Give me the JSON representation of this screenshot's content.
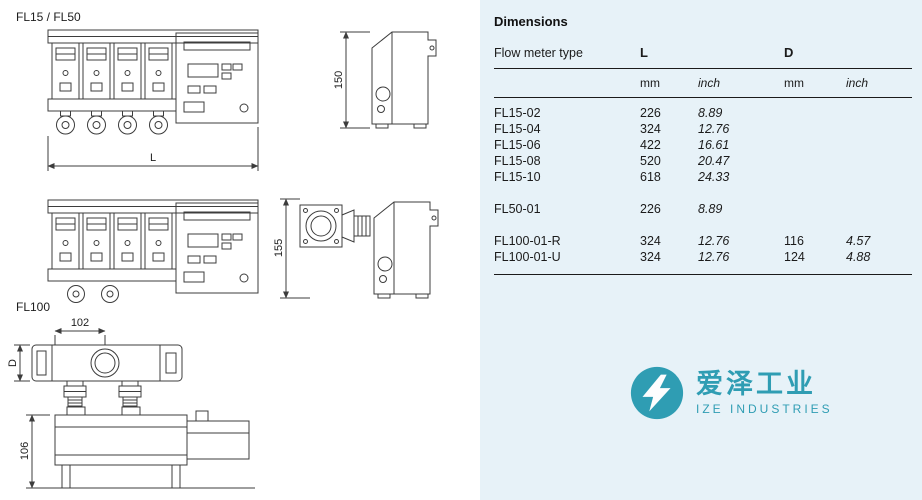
{
  "drawings": {
    "fl15_fl50_label": "FL15 / FL50",
    "fl100_label": "FL100",
    "dims": {
      "h150": "150",
      "h155": "155",
      "len_L": "L",
      "w102": "102",
      "depth_D": "D",
      "h106": "106"
    }
  },
  "table": {
    "title": "Dimensions",
    "headers": {
      "type": "Flow meter type",
      "L": "L",
      "D": "D"
    },
    "units": {
      "mm": "mm",
      "inch": "inch"
    },
    "rows": [
      {
        "type": "FL15-02",
        "l_mm": "226",
        "l_inch": "8.89",
        "d_mm": "",
        "d_inch": ""
      },
      {
        "type": "FL15-04",
        "l_mm": "324",
        "l_inch": "12.76",
        "d_mm": "",
        "d_inch": ""
      },
      {
        "type": "FL15-06",
        "l_mm": "422",
        "l_inch": "16.61",
        "d_mm": "",
        "d_inch": ""
      },
      {
        "type": "FL15-08",
        "l_mm": "520",
        "l_inch": "20.47",
        "d_mm": "",
        "d_inch": ""
      },
      {
        "type": "FL15-10",
        "l_mm": "618",
        "l_inch": "24.33",
        "d_mm": "",
        "d_inch": ""
      },
      {
        "type": "FL50-01",
        "l_mm": "226",
        "l_inch": "8.89",
        "d_mm": "",
        "d_inch": ""
      },
      {
        "type": "FL100-01-R",
        "l_mm": "324",
        "l_inch": "12.76",
        "d_mm": "116",
        "d_inch": "4.57"
      },
      {
        "type": "FL100-01-U",
        "l_mm": "324",
        "l_inch": "12.76",
        "d_mm": "124",
        "d_inch": "4.88"
      }
    ]
  },
  "watermark": {
    "chinese": "爱泽工业",
    "english": "IZE INDUSTRIES",
    "color": "#2096ae"
  }
}
